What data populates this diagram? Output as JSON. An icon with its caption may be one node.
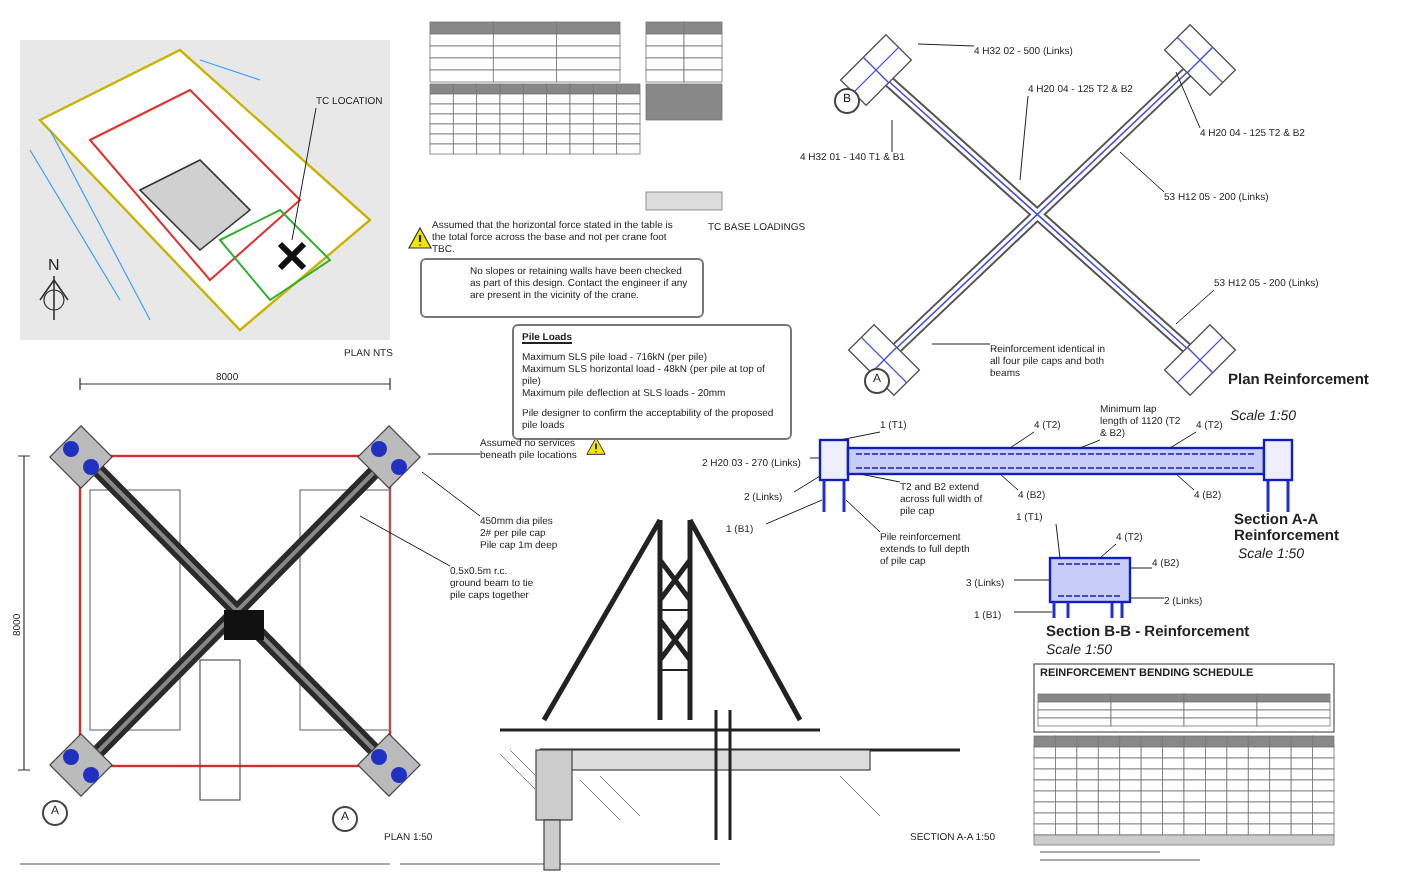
{
  "diagram": {
    "nodes": [
      {
        "text": [
          "TC LOCATION"
        ]
      },
      {
        "text": [
          "Assumed that the horizontal force stated in the table is the total force across the base and not per crane foot TBC."
        ]
      },
      {
        "text": [
          "No slopes or retaining walls have been checked as part of this design. Contact the engineer if any are present in the vicinity of the crane."
        ]
      },
      {
        "text": [
          "Pile Loads",
          "Maximum SLS pile load - 716kN (per pile)",
          "Maximum SLS horizontal load - 48kN (per pile at top of pile)",
          "Maximum pile deflection at SLS loads - 20mm",
          "Pile designer to confirm the acceptability of the proposed pile loads"
        ]
      },
      {
        "text": [
          "Assumed no services beneath pile locations"
        ]
      },
      {
        "text": [
          "450mm dia piles 2# per pile cap Pile cap 1m deep"
        ]
      },
      {
        "text": [
          "0.5x0.5m r.c. ground beam to tie pile caps together"
        ]
      },
      {
        "text": [
          "4 H32 02 - 500 (Links)"
        ]
      },
      {
        "text": [
          "4 H20 04 - 125 T2 & B2"
        ]
      },
      {
        "text": [
          "4 H20 04 - 125 T2 & B2"
        ]
      },
      {
        "text": [
          "4 H32 01 - 140 T1 & B1"
        ]
      },
      {
        "text": [
          "53 H12 05 - 200 (Links)"
        ]
      },
      {
        "text": [
          "53 H12 05 - 200 (Links)"
        ]
      },
      {
        "text": [
          "Reinforcement identical in all four pile caps and both beams"
        ]
      },
      {
        "text": [
          "1 (T1)"
        ]
      },
      {
        "text": [
          "4 (T2)"
        ]
      },
      {
        "text": [
          "Minimum lap length of 1120 (T2 & B2)"
        ]
      },
      {
        "text": [
          "4 (T2)"
        ]
      },
      {
        "text": [
          "2 H20 03 - 270 (Links)"
        ]
      },
      {
        "text": [
          "2 (Links)"
        ]
      },
      {
        "text": [
          "T2 and B2 extend across full width of pile cap"
        ]
      },
      {
        "text": [
          "4 (B2)"
        ]
      },
      {
        "text": [
          "4 (B2)"
        ]
      },
      {
        "text": [
          "1 (B1)"
        ]
      },
      {
        "text": [
          "Pile reinforcement extends to full depth of pile cap"
        ]
      },
      {
        "text": [
          "1 (T1)"
        ]
      },
      {
        "text": [
          "4 (T2)"
        ]
      },
      {
        "text": [
          "4 (B2)"
        ]
      },
      {
        "text": [
          "3 (Links)"
        ]
      },
      {
        "text": [
          "2 (Links)"
        ]
      },
      {
        "text": [
          "1 (B1)"
        ]
      },
      {
        "text": [],
        "shape": "box"
      },
      {
        "text": [],
        "shape": "box"
      },
      {
        "text": [],
        "shape": "box"
      },
      {
        "text": [],
        "shape": "bar"
      },
      {
        "text": [],
        "shape": "box"
      },
      {
        "text": [],
        "shape": "bar"
      }
    ],
    "edges": [
      {
        "from": 0,
        "to": null,
        "arrow": "none"
      },
      {
        "from": 4,
        "to": null,
        "arrow": "none"
      },
      {
        "from": 5,
        "to": null,
        "arrow": "none"
      },
      {
        "from": 6,
        "to": null,
        "arrow": "none"
      },
      {
        "from": 7,
        "to": null,
        "arrow": "none"
      },
      {
        "from": 8,
        "to": null,
        "arrow": "none"
      },
      {
        "from": 9,
        "to": null,
        "arrow": "none"
      },
      {
        "from": 10,
        "to": null,
        "arrow": "none"
      },
      {
        "from": 11,
        "to": null,
        "arrow": "none"
      },
      {
        "from": 12,
        "to": null,
        "arrow": "none"
      },
      {
        "from": 13,
        "to": null,
        "arrow": "none"
      },
      {
        "from": 14,
        "to": 31,
        "arrow": "none"
      },
      {
        "from": 15,
        "to": 32,
        "arrow": "none"
      },
      {
        "from": 16,
        "to": 32,
        "arrow": "none"
      },
      {
        "from": 17,
        "to": 32,
        "arrow": "none"
      },
      {
        "from": 18,
        "to": 31,
        "arrow": "none"
      },
      {
        "from": 19,
        "to": 31,
        "arrow": "none"
      },
      {
        "from": 20,
        "to": 32,
        "arrow": "none"
      },
      {
        "from": 21,
        "to": 32,
        "arrow": "none"
      },
      {
        "from": 22,
        "to": 32,
        "arrow": "none"
      },
      {
        "from": 23,
        "to": 34,
        "arrow": "none"
      },
      {
        "from": 24,
        "to": 34,
        "arrow": "none"
      },
      {
        "from": 25,
        "to": 35,
        "arrow": "none"
      },
      {
        "from": 26,
        "to": 35,
        "arrow": "none"
      },
      {
        "from": 27,
        "to": 35,
        "arrow": "none"
      },
      {
        "from": 28,
        "to": 35,
        "arrow": "none"
      },
      {
        "from": 29,
        "to": 35,
        "arrow": "none"
      },
      {
        "from": 30,
        "to": 36,
        "arrow": "none"
      }
    ],
    "labels": [
      "N",
      "PLAN NTS",
      "TC BASE LOADINGS",
      "8000",
      "8000",
      "A",
      "A",
      "PLAN 1:50",
      "SECTION A-A 1:50",
      "B",
      "A",
      "Plan Reinforcement",
      "Scale 1:50",
      "Section A-A Reinforcement",
      "Scale 1:50",
      "Section B-B - Reinforcement",
      "Scale 1:50",
      "REINFORCEMENT BENDING SCHEDULE"
    ]
  }
}
